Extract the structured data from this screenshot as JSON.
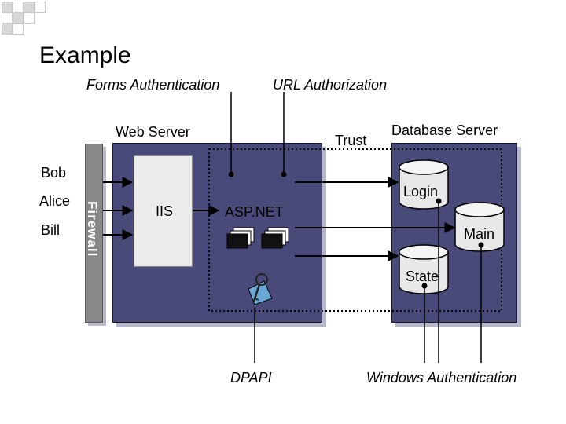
{
  "slide": {
    "title": "Example"
  },
  "labels": {
    "forms_auth": "Forms Authentication",
    "url_auth": "URL Authorization",
    "web_server": "Web Server",
    "trust": "Trust",
    "db_server": "Database Server",
    "firewall": "Firewall",
    "iis": "IIS",
    "aspnet": "ASP.NET",
    "dpapi": "DPAPI",
    "windows_auth": "Windows Authentication"
  },
  "users": [
    "Bob",
    "Alice",
    "Bill"
  ],
  "databases": {
    "login": "Login",
    "main": "Main",
    "state": "State"
  },
  "colors": {
    "panel": "#4a4a7a",
    "panel_shadow": "#b8b8cc",
    "iis_box": "#ececec",
    "firewall": "#888888",
    "cylinder": "#e8e8e8"
  }
}
